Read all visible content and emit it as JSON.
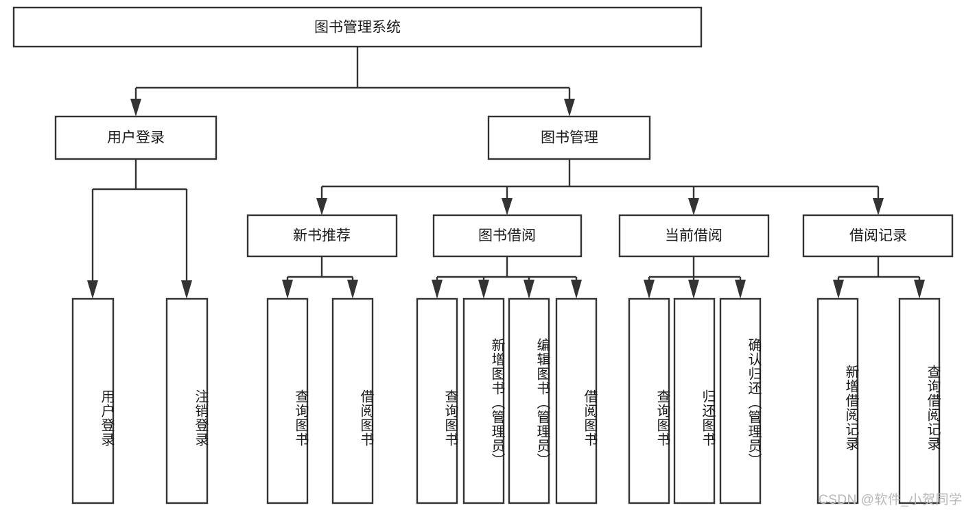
{
  "diagram": {
    "type": "tree",
    "title": "图书管理系统",
    "watermark": "CSDN @软件_小贺同学",
    "colors": {
      "stroke": "#333333",
      "fill": "#ffffff",
      "text": "#1a1a1a",
      "watermark": "#b8b8b8"
    },
    "levels": {
      "root": {
        "label": "图书管理系统"
      },
      "level2": [
        {
          "label": "用户登录"
        },
        {
          "label": "图书管理"
        }
      ],
      "level3": [
        {
          "label": "新书推荐"
        },
        {
          "label": "图书借阅"
        },
        {
          "label": "当前借阅"
        },
        {
          "label": "借阅记录"
        }
      ],
      "leaves": [
        {
          "label": "用户登录",
          "parent": "用户登录"
        },
        {
          "label": "注销登录",
          "parent": "用户登录"
        },
        {
          "label": "查询图书",
          "parent": "新书推荐"
        },
        {
          "label": "借阅图书",
          "parent": "新书推荐"
        },
        {
          "label": "查询图书",
          "parent": "图书借阅"
        },
        {
          "label": "新增图书（管理员）",
          "parent": "图书借阅"
        },
        {
          "label": "编辑图书（管理员）",
          "parent": "图书借阅"
        },
        {
          "label": "借阅图书",
          "parent": "图书借阅"
        },
        {
          "label": "查询图书",
          "parent": "当前借阅"
        },
        {
          "label": "归还图书",
          "parent": "当前借阅"
        },
        {
          "label": "确认归还（管理员）",
          "parent": "当前借阅"
        },
        {
          "label": "新增借阅记录",
          "parent": "借阅记录"
        },
        {
          "label": "查询借阅记录",
          "parent": "借阅记录"
        }
      ]
    }
  }
}
